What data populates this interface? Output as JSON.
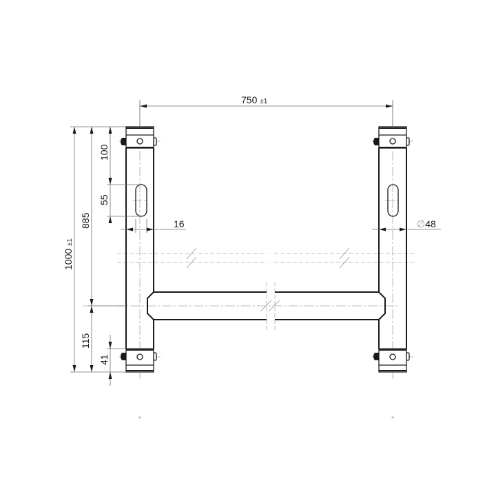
{
  "drawing": {
    "type": "technical-drawing",
    "subject": "H-frame truss section with two tubes, crossbar and clamp couplers",
    "colors": {
      "outline": "#1a1a1a",
      "dimension": "#6f6f6f",
      "centerline": "#a8a8a8",
      "background": "#ffffff"
    }
  },
  "dimensions": {
    "width_total": {
      "value": "750",
      "tolerance": "±1"
    },
    "height_total": {
      "value": "1000",
      "tolerance": "±1"
    },
    "height_to_crossbar": {
      "value": "885"
    },
    "top_clamp": {
      "value": "100"
    },
    "slot_length": {
      "value": "55"
    },
    "slot_width": {
      "value": "16"
    },
    "tube_diameter": {
      "symbol": "∅",
      "value": "48"
    },
    "crossbar_to_bottom": {
      "value": "115"
    },
    "bottom_clamp": {
      "value": "41"
    }
  }
}
